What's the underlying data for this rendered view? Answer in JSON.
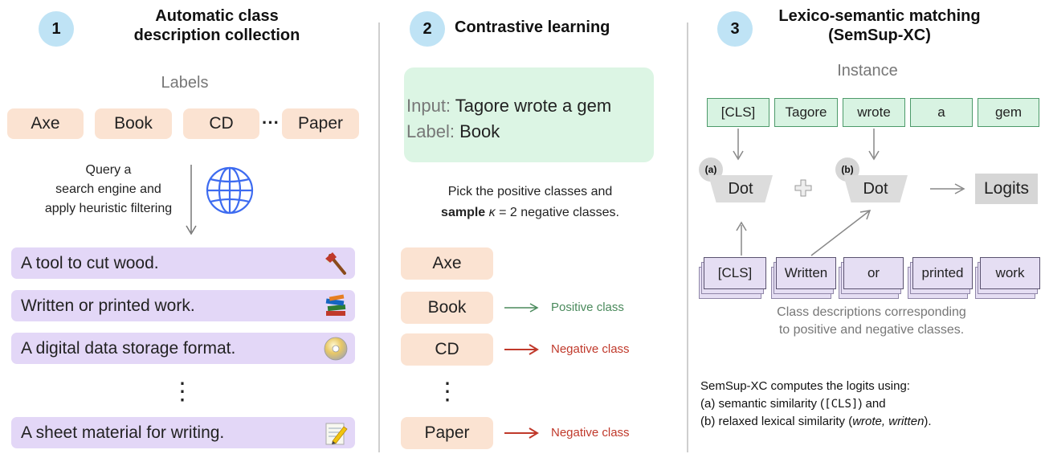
{
  "panel1": {
    "number": "1",
    "title_line1": "Automatic class",
    "title_line2": "description collection",
    "labels_heading": "Labels",
    "labels": [
      "Axe",
      "Book",
      "CD",
      "Paper"
    ],
    "ellipsis": "···",
    "query_line1": "Query a",
    "query_line2": "search engine and",
    "query_line3": "apply heuristic filtering",
    "globe_icon": "globe-icon",
    "descriptions": [
      {
        "text": "A tool to cut wood.",
        "icon": "axe-icon"
      },
      {
        "text": "Written or printed work.",
        "icon": "books-icon"
      },
      {
        "text": "A digital data storage format.",
        "icon": "cd-icon"
      },
      {
        "text": "A sheet material for writing.",
        "icon": "paper-pencil-icon"
      }
    ],
    "vdots": "⋮"
  },
  "panel2": {
    "number": "2",
    "title": "Contrastive learning",
    "input_prefix": "Input:",
    "input_text": "Tagore wrote a gem",
    "label_prefix": "Label:",
    "label_text": "Book",
    "pick_line1": "Pick the positive classes and",
    "pick_bold": "sample",
    "pick_kappa": "κ",
    "pick_rest": " = 2 negative classes.",
    "classes": [
      {
        "label": "Axe",
        "annotation": ""
      },
      {
        "label": "Book",
        "annotation": "Positive class"
      },
      {
        "label": "CD",
        "annotation": "Negative class"
      },
      {
        "label": "Paper",
        "annotation": "Negative class"
      }
    ],
    "vdots": "⋮",
    "colors": {
      "positive": "#4a8a5c",
      "negative": "#c0392b"
    }
  },
  "panel3": {
    "number": "3",
    "title_line1": "Lexico-semantic matching",
    "title_line2": "(SemSup-XC)",
    "instance_heading": "Instance",
    "instance_tokens": [
      "[CLS]",
      "Tagore",
      "wrote",
      "a",
      "gem"
    ],
    "tag_a": "(a)",
    "tag_b": "(b)",
    "dot_label": "Dot",
    "logits_label": "Logits",
    "class_tokens": [
      "[CLS]",
      "Written",
      "or",
      "printed",
      "work"
    ],
    "caption_line1": "Class descriptions corresponding",
    "caption_line2": "to positive and negative classes.",
    "note_line1": "SemSup-XC computes the logits using:",
    "note_line2_pre": "(a) semantic similarity (",
    "note_line2_code": "[CLS]",
    "note_line2_post": ") and",
    "note_line3_pre": "(b) relaxed lexical similarity (",
    "note_line3_em": "wrote, written",
    "note_line3_post": ")."
  }
}
